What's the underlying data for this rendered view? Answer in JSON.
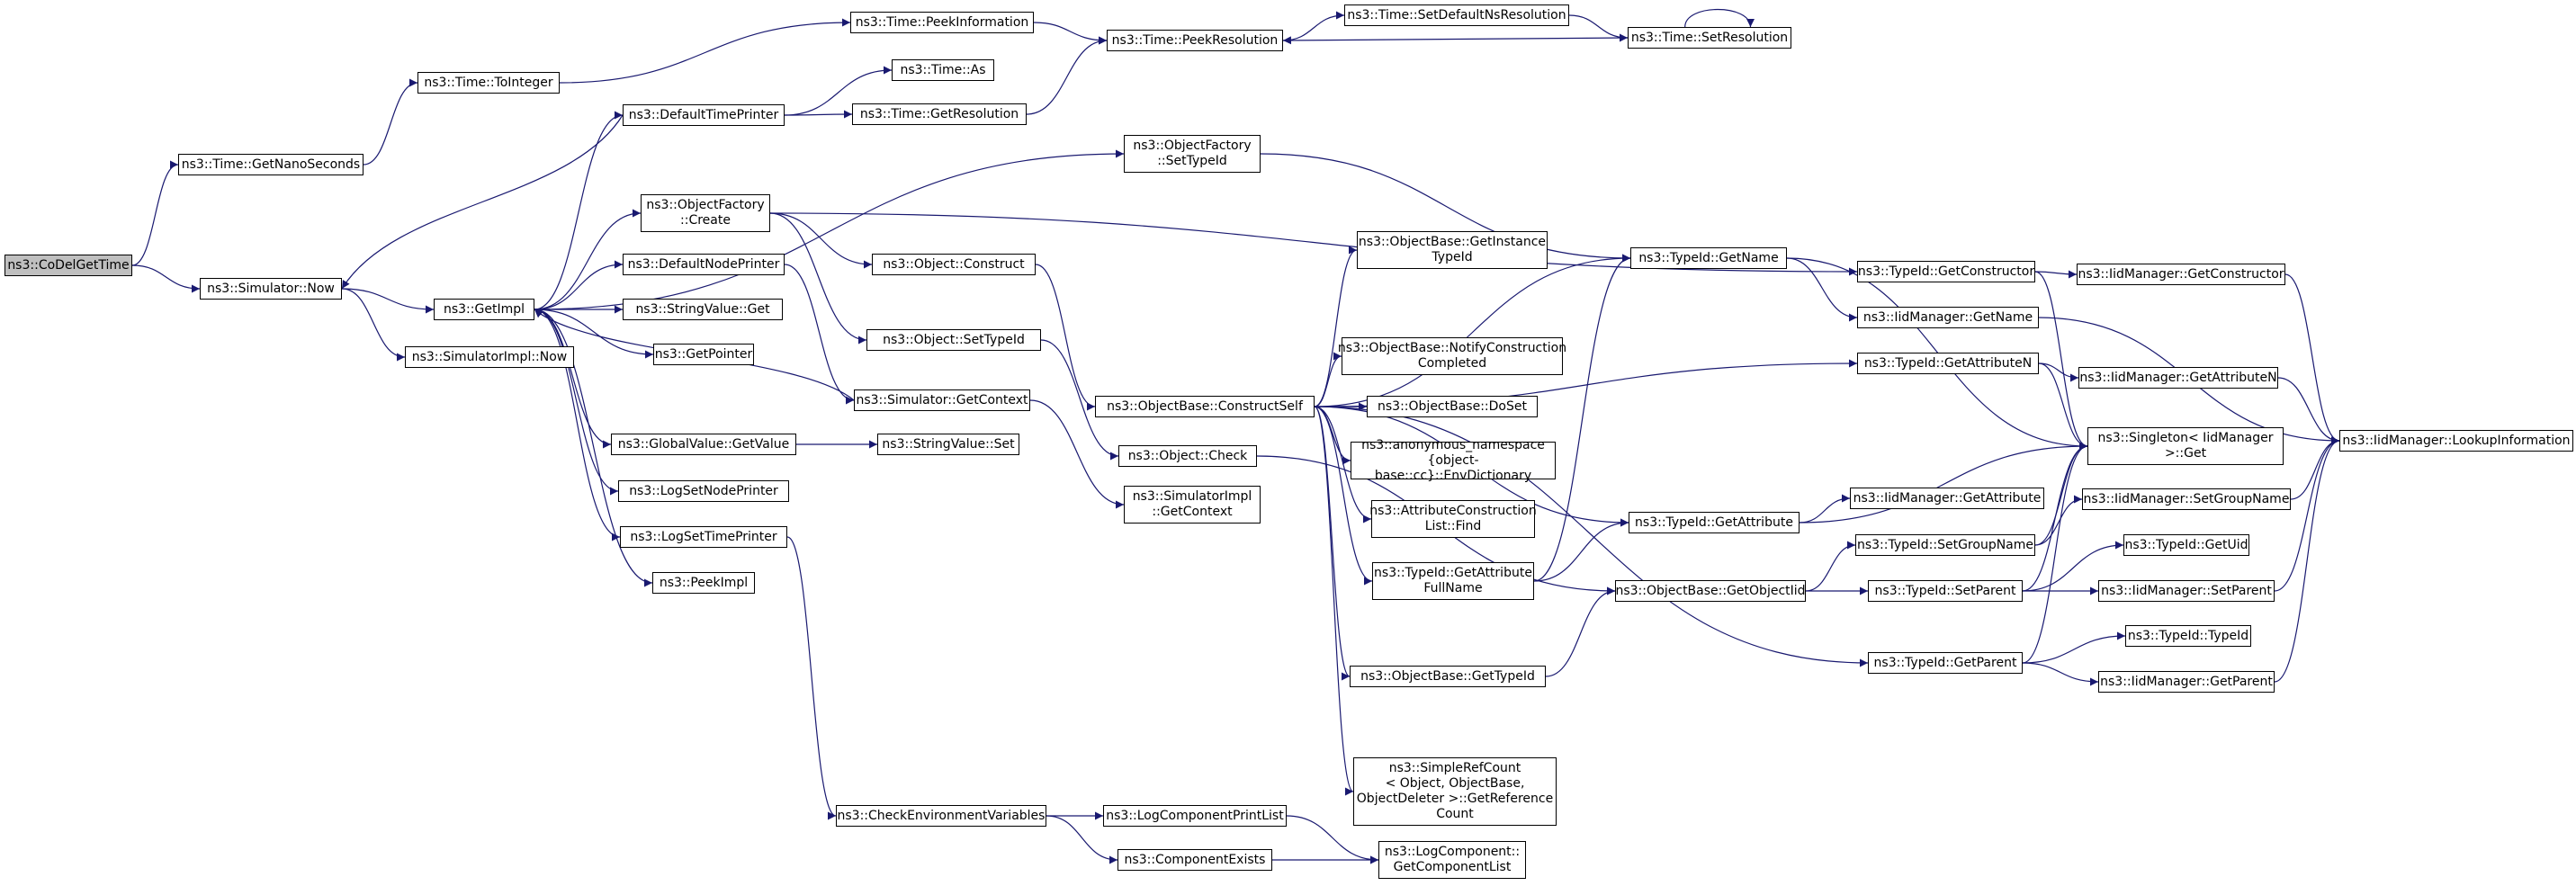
{
  "diagram": {
    "type": "call-graph",
    "root": "ns3::CoDelGetTime",
    "colors": {
      "root_fill": "#bfbfbf",
      "node_fill": "#ffffff",
      "border": "#000000",
      "edge": "#191970"
    },
    "nodes": [
      {
        "id": "codel",
        "label": "ns3::CoDelGetTime",
        "root": true
      },
      {
        "id": "getnano",
        "label": "ns3::Time::GetNanoSeconds"
      },
      {
        "id": "simnow",
        "label": "ns3::Simulator::Now"
      },
      {
        "id": "tointeger",
        "label": "ns3::Time::ToInteger"
      },
      {
        "id": "getimpl",
        "label": "ns3::GetImpl"
      },
      {
        "id": "simimplnow",
        "label": "ns3::SimulatorImpl::Now"
      },
      {
        "id": "peekinfo",
        "label": "ns3::Time::PeekInformation"
      },
      {
        "id": "deftimeprinter",
        "label": "ns3::DefaultTimePrinter"
      },
      {
        "id": "timeas",
        "label": "ns3::Time::As"
      },
      {
        "id": "getres",
        "label": "ns3::Time::GetResolution"
      },
      {
        "id": "peekres",
        "label": "ns3::Time::PeekResolution"
      },
      {
        "id": "setdefns",
        "label": "ns3::Time::SetDefaultNsResolution"
      },
      {
        "id": "setres",
        "label": "ns3::Time::SetResolution"
      },
      {
        "id": "ofsettypeid",
        "label": "ns3::ObjectFactory\n::SetTypeId"
      },
      {
        "id": "ofcreate",
        "label": "ns3::ObjectFactory\n::Create"
      },
      {
        "id": "defnodeprinter",
        "label": "ns3::DefaultNodePrinter"
      },
      {
        "id": "strvalget",
        "label": "ns3::StringValue::Get"
      },
      {
        "id": "getpointer",
        "label": "ns3::GetPointer"
      },
      {
        "id": "globalvalget",
        "label": "ns3::GlobalValue::GetValue"
      },
      {
        "id": "strvalset",
        "label": "ns3::StringValue::Set"
      },
      {
        "id": "logsetnode",
        "label": "ns3::LogSetNodePrinter"
      },
      {
        "id": "logsettime",
        "label": "ns3::LogSetTimePrinter"
      },
      {
        "id": "peekimpl",
        "label": "ns3::PeekImpl"
      },
      {
        "id": "objconstruct",
        "label": "ns3::Object::Construct"
      },
      {
        "id": "objsettypeid",
        "label": "ns3::Object::SetTypeId"
      },
      {
        "id": "simgetctx",
        "label": "ns3::Simulator::GetContext"
      },
      {
        "id": "objcheck",
        "label": "ns3::Object::Check"
      },
      {
        "id": "simimplgetctx",
        "label": "ns3::SimulatorImpl\n::GetContext"
      },
      {
        "id": "obconstructself",
        "label": "ns3::ObjectBase::ConstructSelf"
      },
      {
        "id": "obgetinstance",
        "label": "ns3::ObjectBase::GetInstance\nTypeId"
      },
      {
        "id": "obnotify",
        "label": "ns3::ObjectBase::NotifyConstruction\nCompleted"
      },
      {
        "id": "obdoset",
        "label": "ns3::ObjectBase::DoSet"
      },
      {
        "id": "envdict",
        "label": "ns3::anonymous_namespace\n{object-base::cc}::EnvDictionary"
      },
      {
        "id": "attrfind",
        "label": "ns3::AttributeConstruction\nList::Find"
      },
      {
        "id": "tidgetattrfull",
        "label": "ns3::TypeId::GetAttribute\nFullName"
      },
      {
        "id": "obgettypeid",
        "label": "ns3::ObjectBase::GetTypeId"
      },
      {
        "id": "simplerefcount",
        "label": "ns3::SimpleRefCount\n< Object, ObjectBase,\n ObjectDeleter >::GetReference\nCount"
      },
      {
        "id": "checkenv",
        "label": "ns3::CheckEnvironmentVariables"
      },
      {
        "id": "logcompprint",
        "label": "ns3::LogComponentPrintList"
      },
      {
        "id": "compexists",
        "label": "ns3::ComponentExists"
      },
      {
        "id": "logcompget",
        "label": "ns3::LogComponent::\nGetComponentList"
      },
      {
        "id": "tidgetname",
        "label": "ns3::TypeId::GetName"
      },
      {
        "id": "tidgetattr",
        "label": "ns3::TypeId::GetAttribute"
      },
      {
        "id": "obgetobjtid",
        "label": "ns3::ObjectBase::GetObjectIid"
      },
      {
        "id": "tidgetctor",
        "label": "ns3::TypeId::GetConstructor"
      },
      {
        "id": "iidgetname",
        "label": "ns3::IidManager::GetName"
      },
      {
        "id": "tidgetattrn",
        "label": "ns3::TypeId::GetAttributeN"
      },
      {
        "id": "iidgetattr",
        "label": "ns3::IidManager::GetAttribute"
      },
      {
        "id": "tidsetgroup",
        "label": "ns3::TypeId::SetGroupName"
      },
      {
        "id": "tidsetparent",
        "label": "ns3::TypeId::SetParent"
      },
      {
        "id": "tidgetparent",
        "label": "ns3::TypeId::GetParent"
      },
      {
        "id": "iidgetctor",
        "label": "ns3::IidManager::GetConstructor"
      },
      {
        "id": "iidgetattrn",
        "label": "ns3::IidManager::GetAttributeN"
      },
      {
        "id": "singleton",
        "label": "ns3::Singleton< IidManager\n >::Get"
      },
      {
        "id": "iidsetgroup",
        "label": "ns3::IidManager::SetGroupName"
      },
      {
        "id": "tidgetuid",
        "label": "ns3::TypeId::GetUid"
      },
      {
        "id": "iidsetparent",
        "label": "ns3::IidManager::SetParent"
      },
      {
        "id": "tidtypeid",
        "label": "ns3::TypeId::TypeId"
      },
      {
        "id": "iidgetparent",
        "label": "ns3::IidManager::GetParent"
      },
      {
        "id": "iidlookup",
        "label": "ns3::IidManager::LookupInformation"
      }
    ],
    "edges": [
      [
        "codel",
        "getnano"
      ],
      [
        "codel",
        "simnow"
      ],
      [
        "getnano",
        "tointeger"
      ],
      [
        "tointeger",
        "peekinfo"
      ],
      [
        "peekinfo",
        "peekres"
      ],
      [
        "peekres",
        "setdefns"
      ],
      [
        "setdefns",
        "setres"
      ],
      [
        "setres",
        "peekres"
      ],
      [
        "setres",
        "setres"
      ],
      [
        "simnow",
        "getimpl"
      ],
      [
        "simnow",
        "simimplnow"
      ],
      [
        "getimpl",
        "deftimeprinter"
      ],
      [
        "getimpl",
        "ofsettypeid"
      ],
      [
        "getimpl",
        "ofcreate"
      ],
      [
        "getimpl",
        "defnodeprinter"
      ],
      [
        "getimpl",
        "strvalget"
      ],
      [
        "getimpl",
        "getpointer"
      ],
      [
        "getimpl",
        "globalvalget"
      ],
      [
        "getimpl",
        "logsetnode"
      ],
      [
        "getimpl",
        "logsettime"
      ],
      [
        "getimpl",
        "peekimpl"
      ],
      [
        "deftimeprinter",
        "timeas"
      ],
      [
        "deftimeprinter",
        "getres"
      ],
      [
        "deftimeprinter",
        "simnow"
      ],
      [
        "getres",
        "peekres"
      ],
      [
        "ofsettypeid",
        "tidgetname"
      ],
      [
        "ofcreate",
        "objconstruct"
      ],
      [
        "ofcreate",
        "objsettypeid"
      ],
      [
        "ofcreate",
        "tidgetctor"
      ],
      [
        "defnodeprinter",
        "simgetctx"
      ],
      [
        "simgetctx",
        "getimpl"
      ],
      [
        "simgetctx",
        "simimplgetctx"
      ],
      [
        "globalvalget",
        "strvalset"
      ],
      [
        "objconstruct",
        "obconstructself"
      ],
      [
        "objsettypeid",
        "objcheck"
      ],
      [
        "objcheck",
        "obgetobjtid"
      ],
      [
        "obconstructself",
        "obgetinstance"
      ],
      [
        "obconstructself",
        "obnotify"
      ],
      [
        "obconstructself",
        "obdoset"
      ],
      [
        "obconstructself",
        "envdict"
      ],
      [
        "obconstructself",
        "attrfind"
      ],
      [
        "obconstructself",
        "tidgetattrfull"
      ],
      [
        "obconstructself",
        "obgettypeid"
      ],
      [
        "obconstructself",
        "simplerefcount"
      ],
      [
        "obconstructself",
        "tidgetname"
      ],
      [
        "obconstructself",
        "tidgetattrn"
      ],
      [
        "obconstructself",
        "tidgetattr"
      ],
      [
        "obconstructself",
        "tidgetparent"
      ],
      [
        "tidgetattrfull",
        "tidgetname"
      ],
      [
        "tidgetattrfull",
        "tidgetattr"
      ],
      [
        "obgettypeid",
        "obgetobjtid"
      ],
      [
        "logsettime",
        "checkenv"
      ],
      [
        "checkenv",
        "logcompprint"
      ],
      [
        "checkenv",
        "compexists"
      ],
      [
        "logcompprint",
        "logcompget"
      ],
      [
        "compexists",
        "logcompget"
      ],
      [
        "tidgetname",
        "iidgetname"
      ],
      [
        "tidgetname",
        "singleton"
      ],
      [
        "tidgetctor",
        "iidgetctor"
      ],
      [
        "tidgetctor",
        "singleton"
      ],
      [
        "iidgetname",
        "iidlookup"
      ],
      [
        "tidgetattrn",
        "iidgetattrn"
      ],
      [
        "tidgetattrn",
        "singleton"
      ],
      [
        "tidgetattr",
        "iidgetattr"
      ],
      [
        "tidgetattr",
        "singleton"
      ],
      [
        "obgetobjtid",
        "tidsetgroup"
      ],
      [
        "obgetobjtid",
        "tidsetparent"
      ],
      [
        "tidsetgroup",
        "iidsetgroup"
      ],
      [
        "tidsetgroup",
        "singleton"
      ],
      [
        "tidsetparent",
        "tidgetuid"
      ],
      [
        "tidsetparent",
        "iidsetparent"
      ],
      [
        "tidsetparent",
        "singleton"
      ],
      [
        "tidgetparent",
        "tidtypeid"
      ],
      [
        "tidgetparent",
        "iidgetparent"
      ],
      [
        "tidgetparent",
        "singleton"
      ],
      [
        "iidgetctor",
        "iidlookup"
      ],
      [
        "iidgetattrn",
        "iidlookup"
      ],
      [
        "iidsetgroup",
        "iidlookup"
      ],
      [
        "iidsetparent",
        "iidlookup"
      ],
      [
        "iidgetparent",
        "iidlookup"
      ]
    ]
  }
}
